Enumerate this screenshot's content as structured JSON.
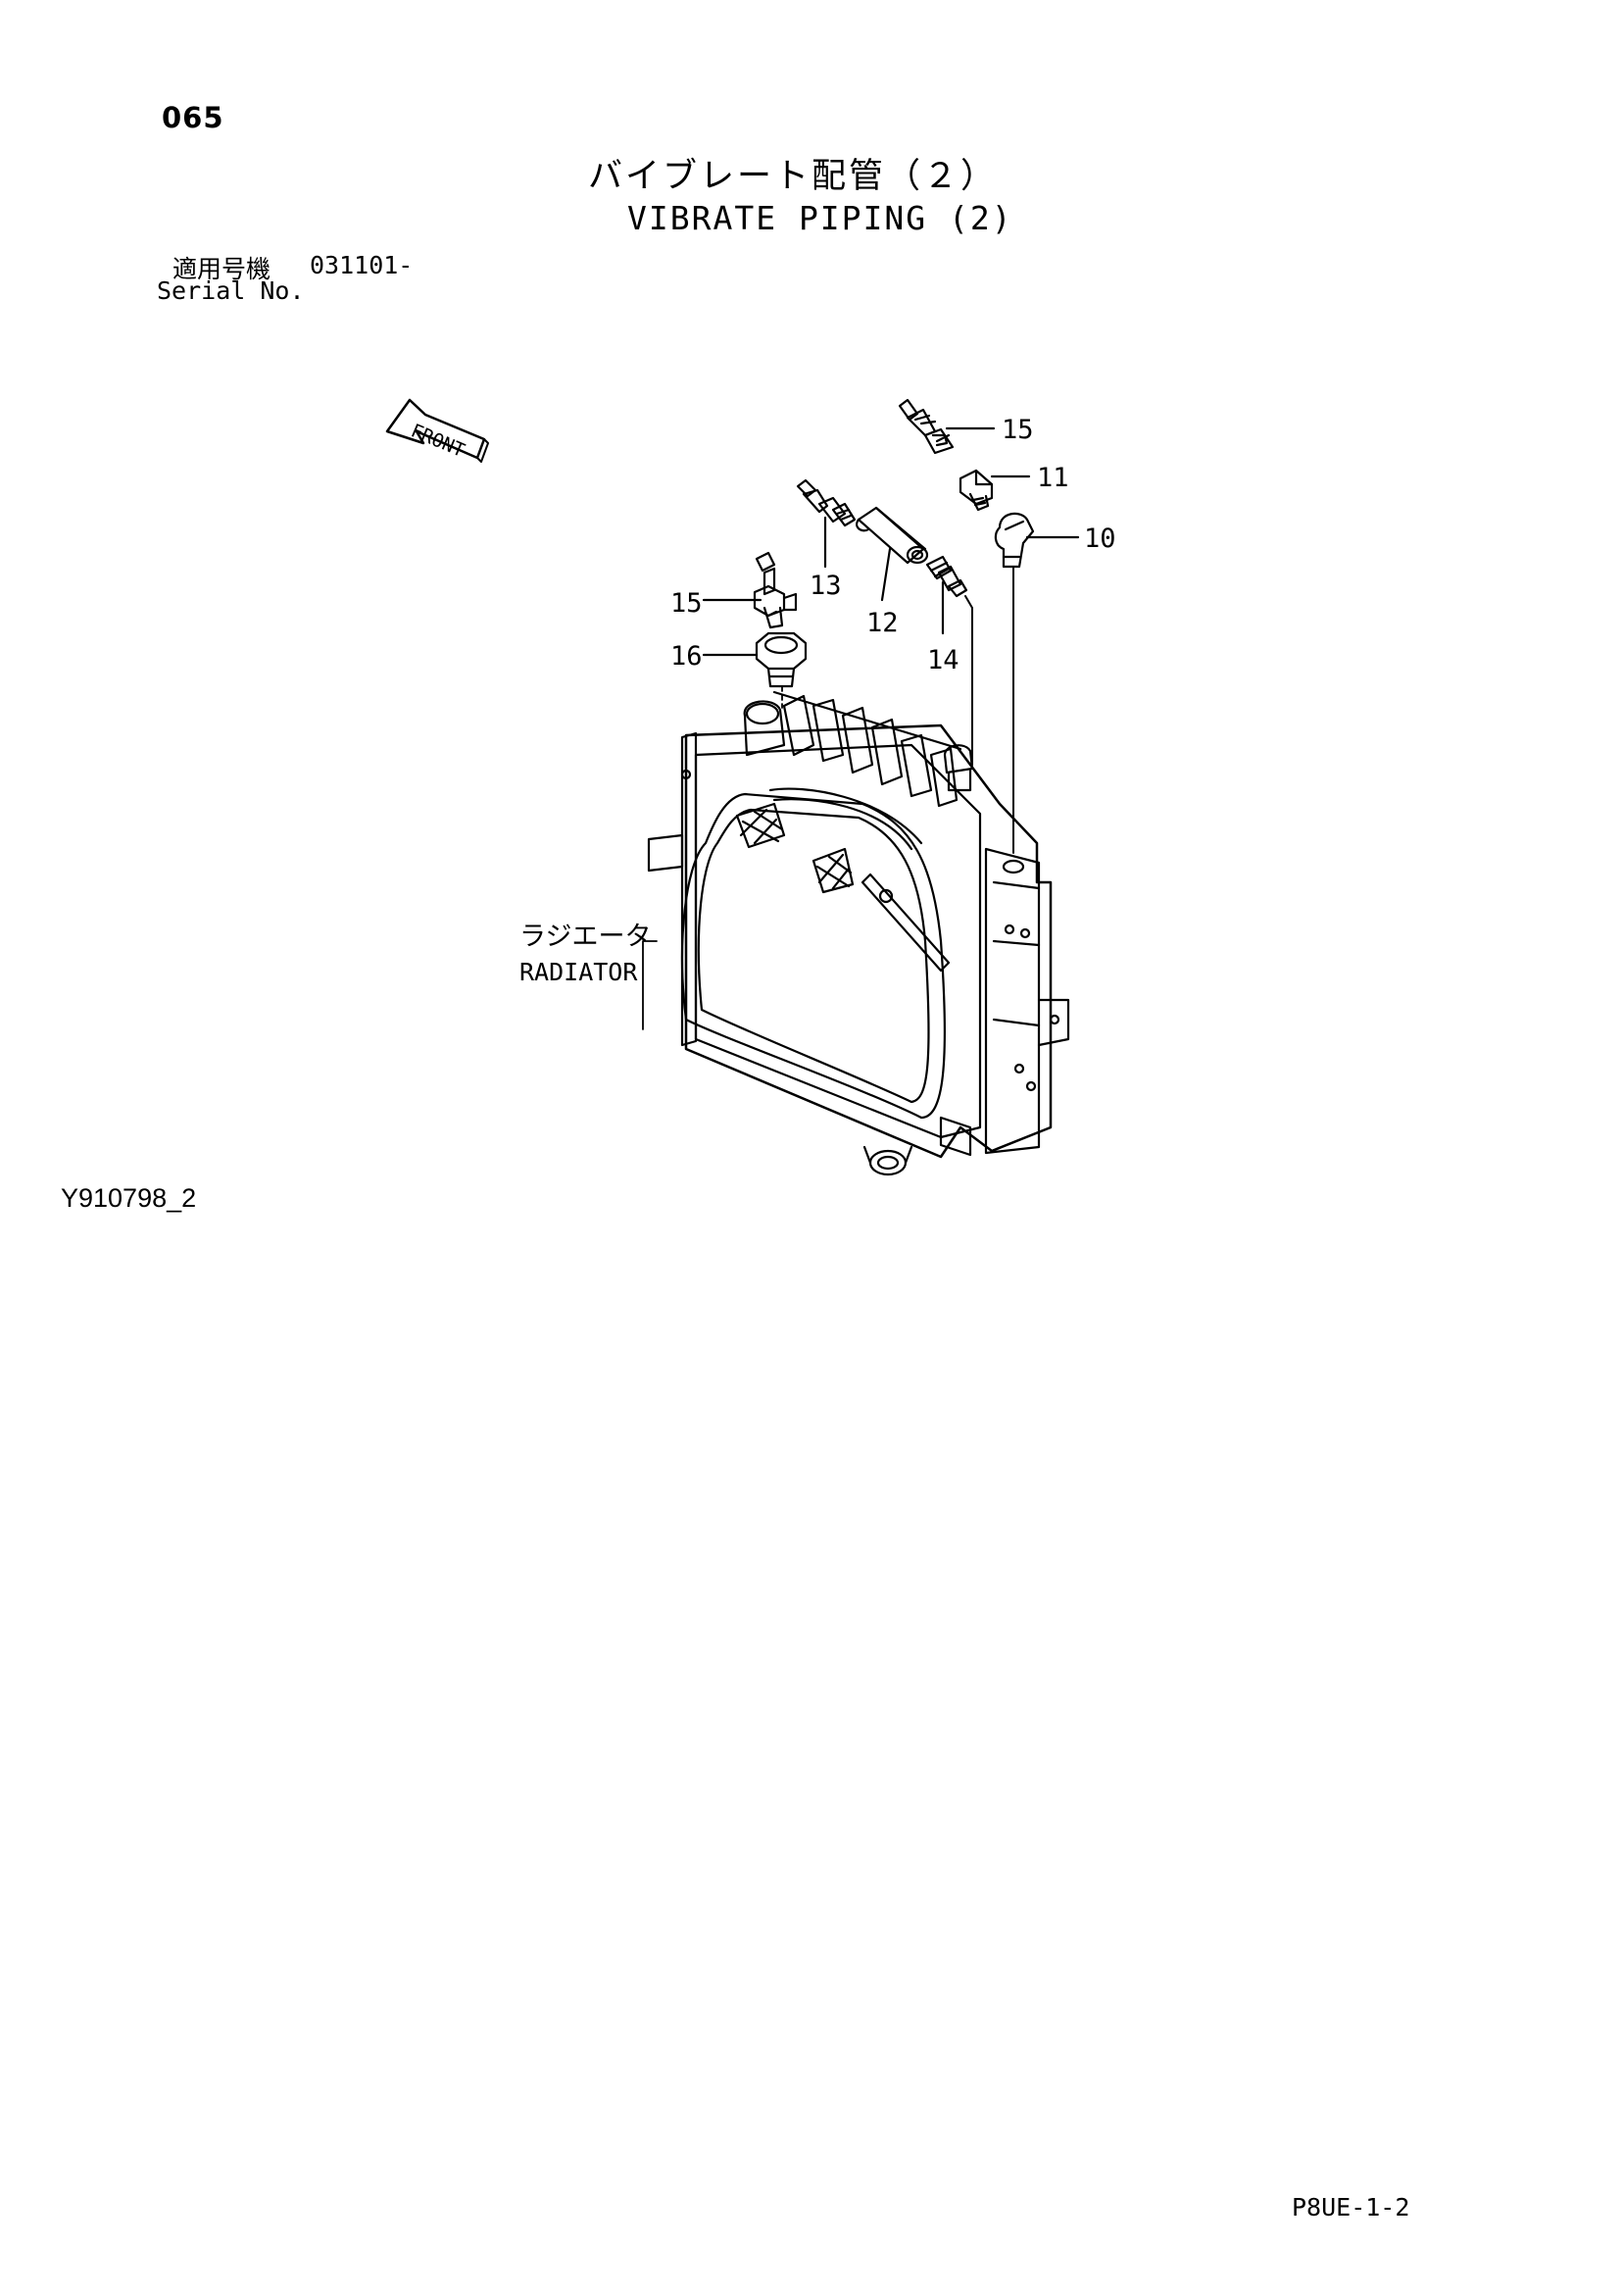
{
  "header": {
    "page_number": "065",
    "title_jp": "バイブレート配管（２）",
    "title_en": "VIBRATE PIPING (2)",
    "serial_label_jp": "適用号機",
    "serial_value": "031101-",
    "serial_label_en": "Serial No."
  },
  "diagram": {
    "front_label": "FRONT",
    "radiator_label_jp": "ラジエータ",
    "radiator_label_en": "RADIATOR",
    "callouts": {
      "c15a": "15",
      "c11": "11",
      "c10": "10",
      "c13": "13",
      "c12": "12",
      "c14": "14",
      "c15b": "15",
      "c16": "16"
    }
  },
  "footer": {
    "drawing_id": "Y910798_2",
    "sheet_code": "P8UE-1-2"
  }
}
